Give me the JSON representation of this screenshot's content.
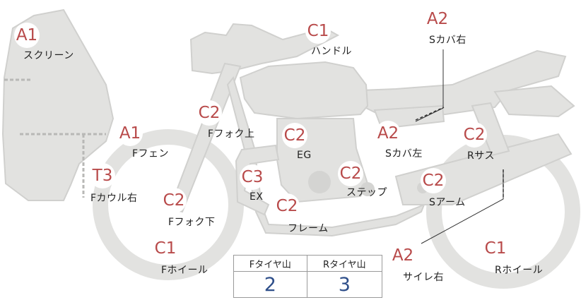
{
  "parts": [
    {
      "id": "screen",
      "grade": "A1",
      "label": "スクリーン"
    },
    {
      "id": "handle",
      "grade": "C1",
      "label": "ハンドル"
    },
    {
      "id": "s-cover-right",
      "grade": "A2",
      "label": "Sカバ右"
    },
    {
      "id": "f-fork-upper",
      "grade": "C2",
      "label": "Fフォク上"
    },
    {
      "id": "f-fender",
      "grade": "A1",
      "label": "Fフェン"
    },
    {
      "id": "eg",
      "grade": "C2",
      "label": "EG"
    },
    {
      "id": "s-cover-left",
      "grade": "A2",
      "label": "Sカバ左"
    },
    {
      "id": "r-sus",
      "grade": "C2",
      "label": "Rサス"
    },
    {
      "id": "f-cowl-right",
      "grade": "T3",
      "label": "Fカウル右"
    },
    {
      "id": "ex",
      "grade": "C3",
      "label": "EX"
    },
    {
      "id": "step",
      "grade": "C2",
      "label": "ステップ"
    },
    {
      "id": "s-arm",
      "grade": "C2",
      "label": "Sアーム"
    },
    {
      "id": "f-fork-lower",
      "grade": "C2",
      "label": "Fフォク下"
    },
    {
      "id": "frame",
      "grade": "C2",
      "label": "フレーム"
    },
    {
      "id": "f-wheel",
      "grade": "C1",
      "label": "Fホイール"
    },
    {
      "id": "side-mirror-right",
      "grade": "A2",
      "label": "サイレ右"
    },
    {
      "id": "r-wheel",
      "grade": "C1",
      "label": "Rホイール"
    }
  ],
  "tread_table": {
    "front_header": "Fタイヤ山",
    "rear_header": "Rタイヤ山",
    "front_value": "2",
    "rear_value": "3"
  },
  "colors": {
    "body_fill": "#e2e2e0",
    "body_stroke": "#cfcfcd",
    "grade_text": "#b84a4a",
    "tread_value_text": "#2f4f8a"
  }
}
